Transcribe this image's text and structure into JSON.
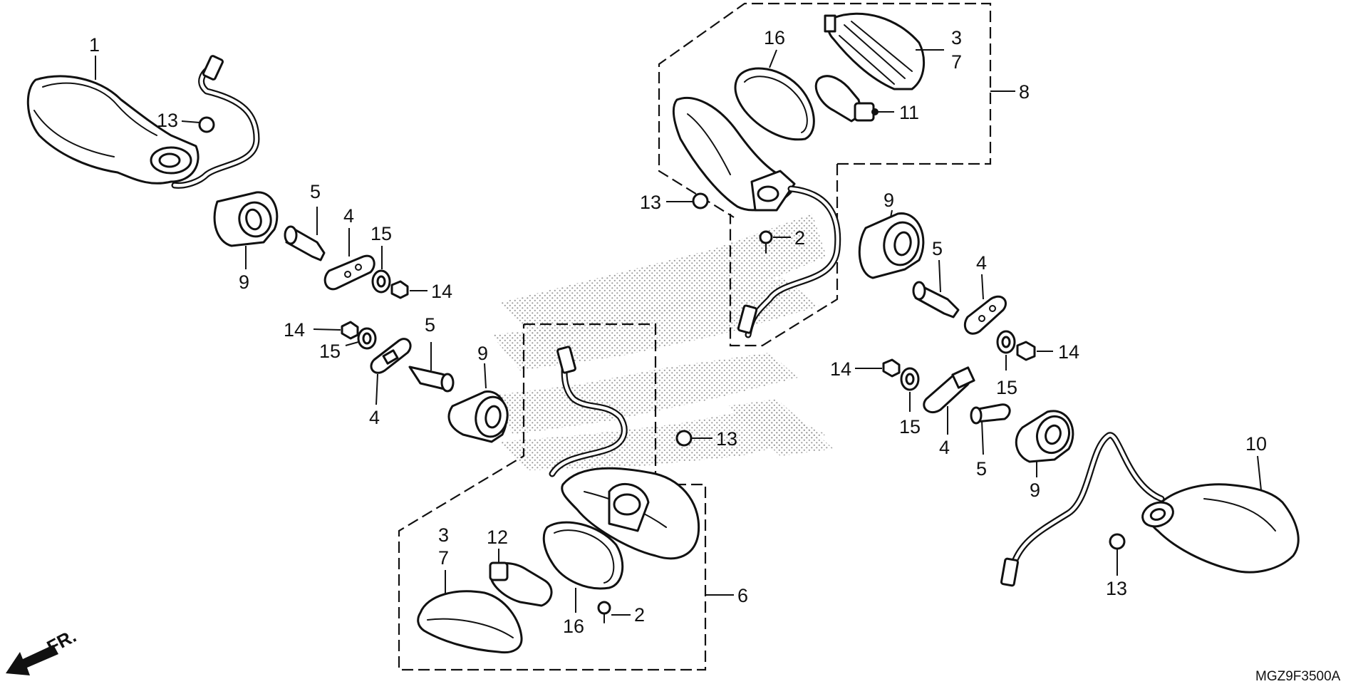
{
  "diagram": {
    "code": "MGZ9F3500A",
    "direction": "FR.",
    "labels": {
      "l1": "1",
      "l13a": "13",
      "l5a": "5",
      "l4a": "4",
      "l15a": "15",
      "l9a": "9",
      "l14a": "14",
      "l16a": "16",
      "l3a": "3",
      "l7a": "7",
      "l8": "8",
      "l11": "11",
      "l13b": "13",
      "l2a": "2",
      "l9b": "9",
      "l5b": "5",
      "l4b": "4",
      "l14b": "14",
      "l15b": "15",
      "l14c": "14",
      "l15c": "15",
      "l5c": "5",
      "l9c": "9",
      "l4c": "4",
      "l13c": "13",
      "l14d": "14",
      "l15d": "15",
      "l4d": "4",
      "l5d": "5",
      "l9d": "9",
      "l10": "10",
      "l13d": "13",
      "l3b": "3",
      "l7b": "7",
      "l12": "12",
      "l2b": "2",
      "l16b": "16",
      "l6": "6"
    }
  }
}
